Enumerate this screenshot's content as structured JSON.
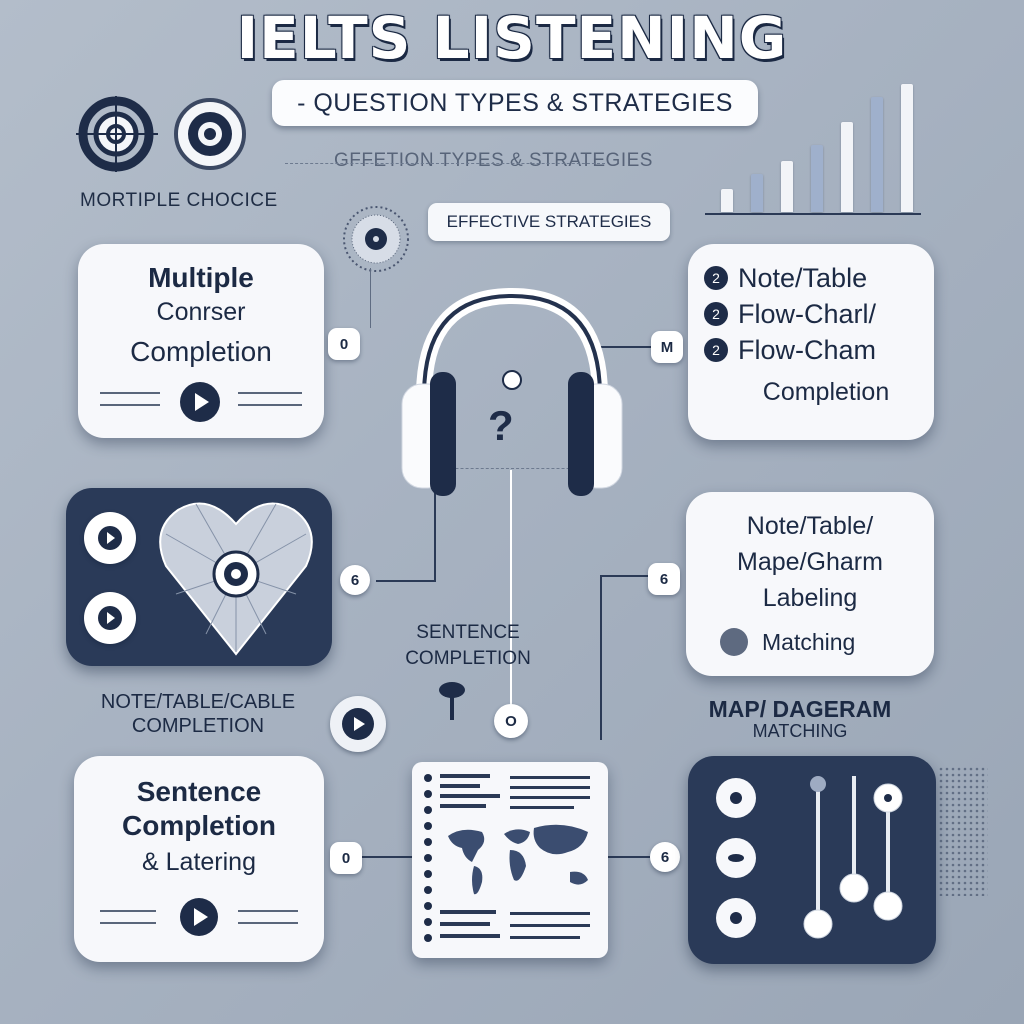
{
  "header": {
    "title": "IELTS LISTENING",
    "subtitle": "- QUESTION TYPES & STRATEGIES",
    "ghost_subtitle": "GFFETION TYPES & STRATEGIES",
    "effective": "EFFECTIVE STRATEGIES"
  },
  "labels": {
    "top_left": "MORTIPLE CHOCICE",
    "mid_left_line1": "NOTE/TABLE/CABLE",
    "mid_left_line2": "COMPLETION",
    "center_line1": "SENTENCE",
    "center_line2": "COMPLETION",
    "mid_right_line1": "MAP/ DAGERAM",
    "mid_right_line2": "MATCHING",
    "question_mark": "?"
  },
  "cards": {
    "top_left": {
      "line1": "Multiple",
      "line2": "Conrser",
      "line3": "Completion"
    },
    "top_right": {
      "row1": "Note/Table",
      "row2": "Flow-Charl/",
      "row3": "Flow-Cham",
      "row4": "Completion",
      "badge1": "2",
      "badge2": "2",
      "badge3": "2"
    },
    "mid_right": {
      "line1": "Note/Table/",
      "line2": "Mape/Gharm",
      "line3": "Labeling",
      "line4": "Matching"
    },
    "bottom_left": {
      "line1": "Sentence",
      "line2": "Completion",
      "line3": "& Latering"
    }
  },
  "tags": {
    "tl": "0",
    "tr": "M",
    "ml": "6",
    "mr": "6",
    "bl": "0",
    "br": "6",
    "center": "O"
  },
  "icons": [
    "target-icon",
    "headphones-icon",
    "play-icon",
    "heart-icon",
    "world-map-icon",
    "slider-icon",
    "bar-chart-icon",
    "pin-icon"
  ],
  "colors": {
    "navy": "#1e2c48",
    "card": "#f7f8fb",
    "background": "#a7b2c1",
    "bar_light": "#f2f4f8",
    "bar_blue": "#9fb0cc"
  },
  "bar_chart": {
    "values": [
      0.18,
      0.3,
      0.4,
      0.52,
      0.7,
      0.9,
      1.0
    ]
  }
}
